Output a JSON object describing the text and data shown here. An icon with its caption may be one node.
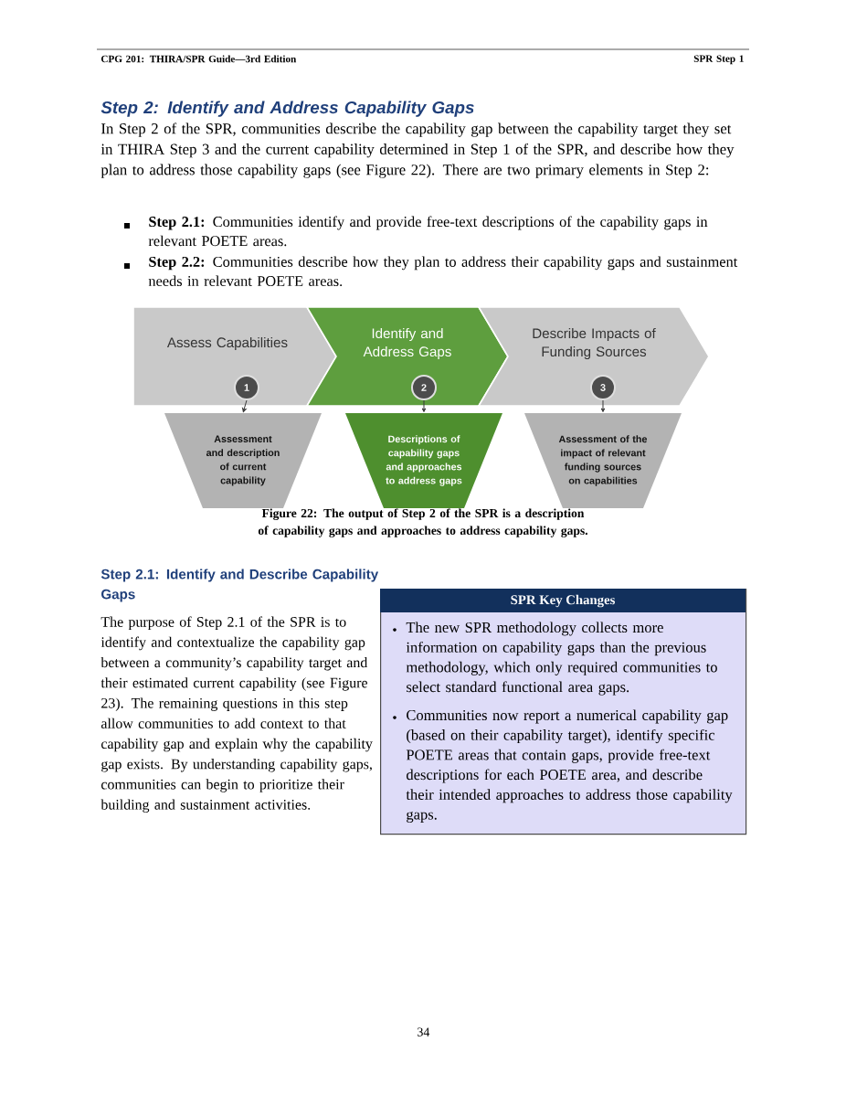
{
  "diagram": {
    "title": "Step 2: Identify and Address Capability Gaps",
    "caption": "Figure 22: The output of Step 2 of the SPR is a description of capability gaps and approaches to address capability gaps.",
    "nodes": [
      {
        "text": [
          "Assess Capabilities"
        ]
      },
      {
        "text": [
          "Identify and Address Gaps"
        ]
      },
      {
        "text": [
          "Describe Impacts of Funding Sources"
        ]
      },
      {
        "text": [
          "1"
        ],
        "in": 0
      },
      {
        "text": [
          "2"
        ],
        "in": 1
      },
      {
        "text": [
          "3"
        ],
        "in": 2
      },
      {
        "text": [
          "Assessment and description of current capability"
        ]
      },
      {
        "text": [
          "Descriptions of capability gaps and approaches to address gaps"
        ]
      },
      {
        "text": [
          "Assessment of the impact of relevant funding sources on capabilities"
        ]
      },
      {
        "text": [
          "SPR Key Changes",
          "The new SPR methodology collects more information on capability gaps than the previous methodology, which only required communities to select standard functional area gaps.",
          "Communities now report a numerical capability gap (based on their capability target), identify specific POETE areas that contain gaps, provide free-text descriptions for each POETE area, and describe their intended approaches to address those capability gaps."
        ]
      }
    ],
    "edges": [
      {
        "from": 3,
        "to": 6,
        "arrow": "to"
      },
      {
        "from": 4,
        "to": 7,
        "arrow": "to"
      },
      {
        "from": 5,
        "to": 8,
        "arrow": "to"
      }
    ],
    "labels": [
      "CPG 201: THIRA/SPR Guide—3rd Edition",
      "SPR Step 1",
      "In Step 2 of the SPR, communities describe the capability gap between the capability target they set in THIRA Step 3 and the current capability determined in Step 1 of the SPR, and describe how they plan to address those capability gaps (see Figure 22). There are two primary elements in Step 2:",
      "**Step 2.1:** Communities identify and provide free-text descriptions of the capability gaps in relevant POETE areas.",
      "**Step 2.2:** Communities describe how they plan to address their capability gaps and sustainment needs in relevant POETE areas.",
      "Step 2.1: Identify and Describe Capability Gaps",
      "The purpose of Step 2.1 of the SPR is to identify and contextualize the capability gap between a community’s capability target and their estimated current capability (see Figure 23). The remaining questions in this step allow communities to add context to that capability gap and explain why the capability gap exists. By understanding capability gaps, communities can begin to prioritize their building and sustainment activities.",
      "34"
    ]
  }
}
